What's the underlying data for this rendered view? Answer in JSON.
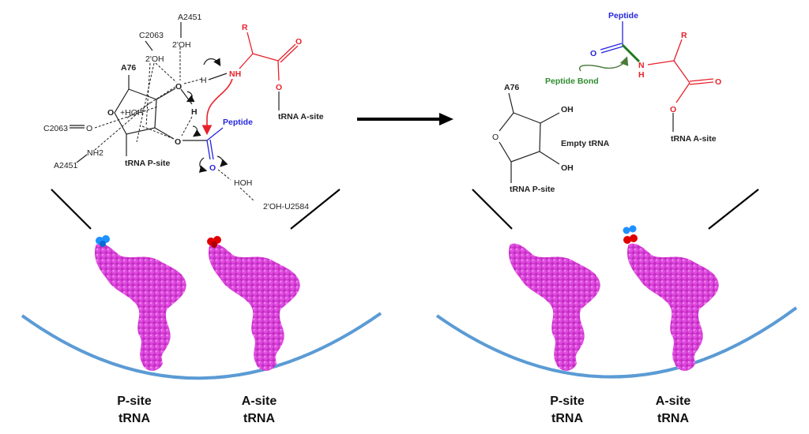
{
  "colors": {
    "reactant_a_site": "#e8212a",
    "peptide": "#2525e0",
    "peptide_bond": "#2e8b2e",
    "trna": "#cc33cc",
    "ribosome_arc": "#5b9bd5",
    "p_site_cap": "#1e90ff",
    "a_site_cap": "#e00000"
  },
  "left_mechanism": {
    "a2451_top": "A2451",
    "oh_top": "2'OH",
    "c2063_top": "C2063",
    "oh_c2063": "2'OH",
    "a76": "A76",
    "hoh_plus": "+HOH",
    "ring_o": "O",
    "c2063_left": "C2063",
    "o_left": "O",
    "nh2": "NH2",
    "a2451_left": "A2451",
    "trna_p_site": "tRNA P-site",
    "o_bridge": "O",
    "h_top": "H",
    "h_mid": "H",
    "o_ester": "O",
    "nh": "NH",
    "r": "R",
    "o_carbonyl": "O",
    "o_ester_a": "O",
    "trna_a_site": "tRNA A-site",
    "peptide": "Peptide",
    "o_carbonyl_blue": "O",
    "hoh": "HOH",
    "u2584": "2'OH-U2584"
  },
  "right_products": {
    "peptide": "Peptide",
    "o": "O",
    "n": "N",
    "h": "H",
    "r": "R",
    "o_carbonyl": "O",
    "o_ester": "O",
    "trna_a_site": "tRNA A-site",
    "peptide_bond": "Peptide Bond",
    "a76": "A76",
    "oh1": "OH",
    "oh2": "OH",
    "ring_o": "O",
    "empty_trna": "Empty tRNA",
    "trna_p_site": "tRNA P-site"
  },
  "captions": {
    "left_p": [
      "P-site",
      "tRNA"
    ],
    "left_a": [
      "A-site",
      "tRNA"
    ],
    "right_p": [
      "P-site",
      "tRNA"
    ],
    "right_a": [
      "A-site",
      "tRNA"
    ]
  }
}
